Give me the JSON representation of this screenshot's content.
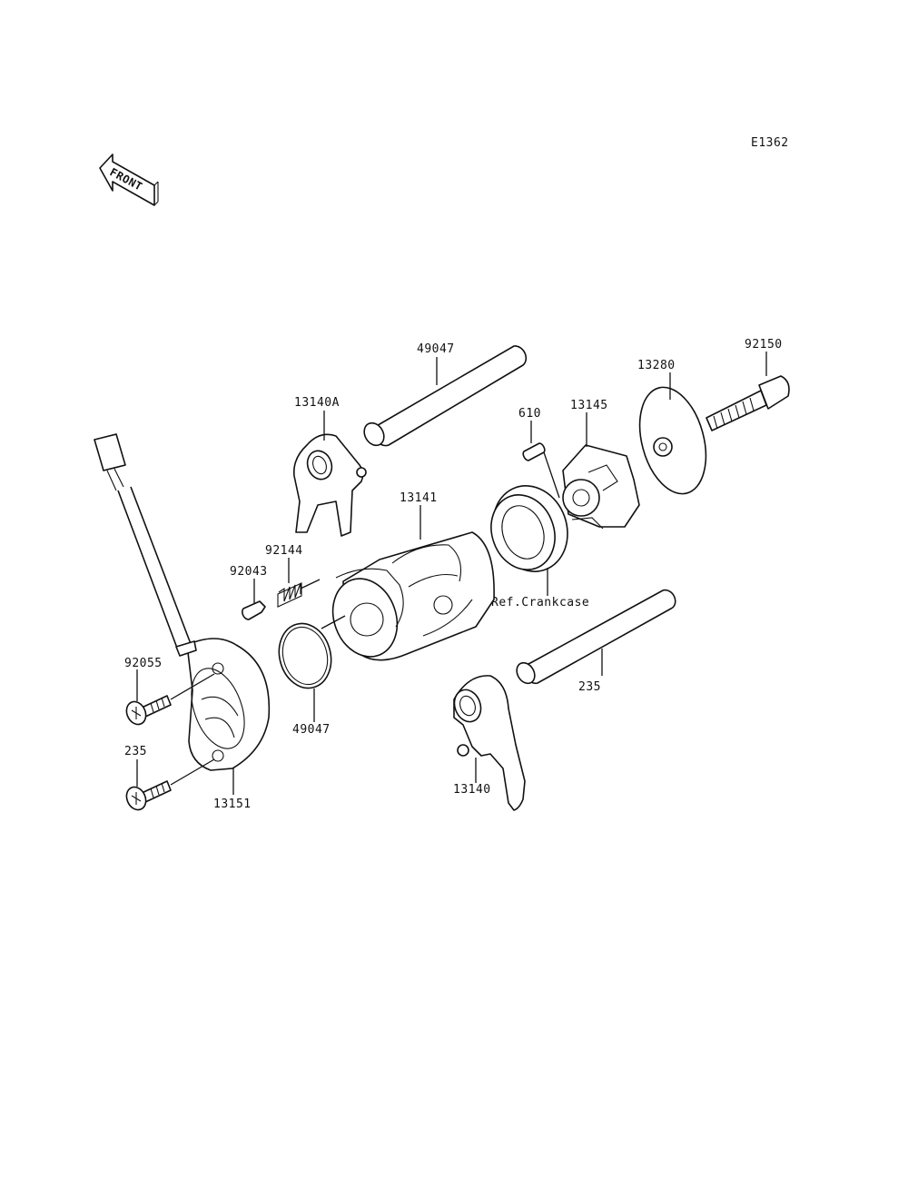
{
  "diagram_code": "E1362",
  "front_label": "FRONT",
  "callouts": [
    {
      "id": "shaft-top",
      "text": "49047"
    },
    {
      "id": "fork-a",
      "text": "13140A"
    },
    {
      "id": "pin-610",
      "text": "610"
    },
    {
      "id": "cam",
      "text": "13145"
    },
    {
      "id": "plate",
      "text": "13280"
    },
    {
      "id": "bolt-top",
      "text": "92150"
    },
    {
      "id": "drum",
      "text": "13141"
    },
    {
      "id": "spring",
      "text": "92144"
    },
    {
      "id": "pin-92043",
      "text": "92043"
    },
    {
      "id": "crankcase",
      "text": "Ref.Crankcase"
    },
    {
      "id": "shaft-bottom",
      "text": "49047"
    },
    {
      "id": "screw-1",
      "text": "235"
    },
    {
      "id": "oring",
      "text": "92055"
    },
    {
      "id": "screw-2",
      "text": "235"
    },
    {
      "id": "sensor",
      "text": "13151"
    },
    {
      "id": "fork",
      "text": "13140"
    }
  ]
}
